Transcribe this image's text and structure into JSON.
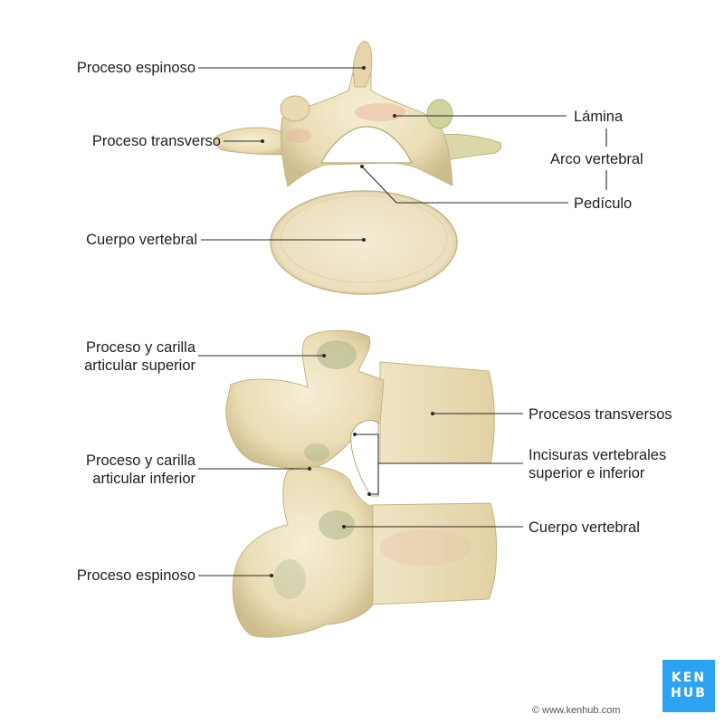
{
  "colors": {
    "bone_light": "#f3ead0",
    "bone_mid": "#e6d6ab",
    "bone_shadow": "#c9b98a",
    "bone_green": "#b5bd8c",
    "bone_pink": "#e9b99c",
    "line": "#2a2a2a",
    "logo_blue": "#2ea3f2"
  },
  "top_view": {
    "proceso_espinoso": "Proceso espinoso",
    "proceso_transverso": "Proceso transverso",
    "cuerpo_vertebral": "Cuerpo vertebral",
    "lamina": "Lámina",
    "arco_vertebral": "Arco vertebral",
    "pediculo": "Pedículo"
  },
  "lateral_view": {
    "proceso_carilla_superior": [
      "Proceso  y carilla",
      "articular superior"
    ],
    "proceso_carilla_inferior": [
      "Proceso y carilla",
      "articular inferior"
    ],
    "proceso_espinoso": "Proceso espinoso",
    "procesos_transversos": "Procesos transversos",
    "incisuras": [
      "Incisuras vertebrales",
      "superior e inferior"
    ],
    "cuerpo_vertebral": "Cuerpo vertebral"
  },
  "logo": {
    "line1": "KEN",
    "line2": "HUB"
  },
  "credit": "© www.kenhub.com"
}
